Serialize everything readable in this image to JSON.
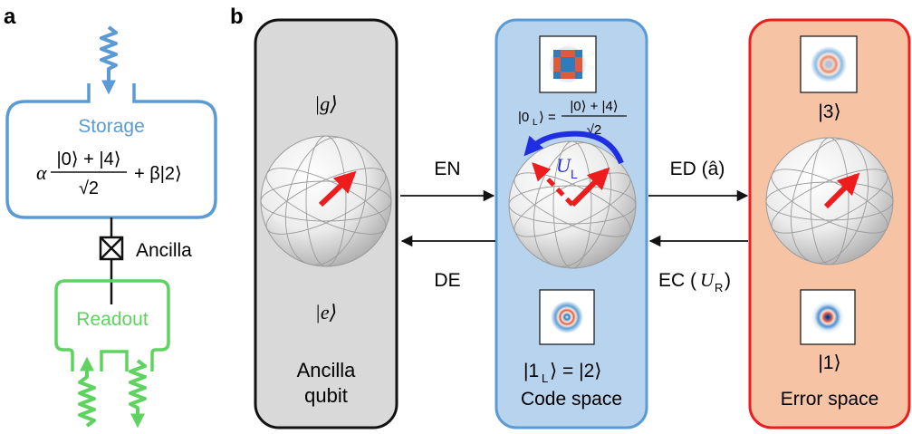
{
  "panels": {
    "a": "a",
    "b": "b"
  },
  "panel_a": {
    "storage_label": "Storage",
    "storage_state": {
      "alpha": "α",
      "numerator": "|0⟩ + |4⟩",
      "denominator": "√2",
      "plus_beta": "+ β|2⟩"
    },
    "ancilla_label": "Ancilla",
    "readout_label": "Readout"
  },
  "panel_b": {
    "ancilla_box": {
      "ket_g": "|g⟩",
      "ket_e": "|e⟩",
      "label_line1": "Ancilla",
      "label_line2": "qubit"
    },
    "code_box": {
      "zero_l_lhs": "|0",
      "zero_l_sub": "L",
      "zero_l_num": "|0⟩ + |4⟩",
      "zero_l_den": "√2",
      "op_u": "U",
      "op_u_sub": "L",
      "one_l_lhs": "|1",
      "one_l_sub": "L",
      "one_l_rhs": "⟩ = |2⟩",
      "label": "Code space"
    },
    "error_box": {
      "ket_3": "|3⟩",
      "ket_1": "|1⟩",
      "label": "Error space"
    },
    "arrows": {
      "en": "EN",
      "de": "DE",
      "ed": "ED (â)",
      "ec_prefix": "EC (",
      "ec_u": "U",
      "ec_sub": "R",
      "ec_suffix": ")"
    }
  },
  "colors": {
    "storage_blue": "#5b9bd5",
    "readout_green": "#5fd35f",
    "code_fill": "#b7d3ee",
    "code_border": "#5b9bd5",
    "error_fill": "#f6c4a4",
    "error_border": "#ee1c1c",
    "ancilla_fill": "#d9d9d9",
    "arrow_red": "#ee1c1c",
    "op_blue": "#1f2ee0"
  }
}
